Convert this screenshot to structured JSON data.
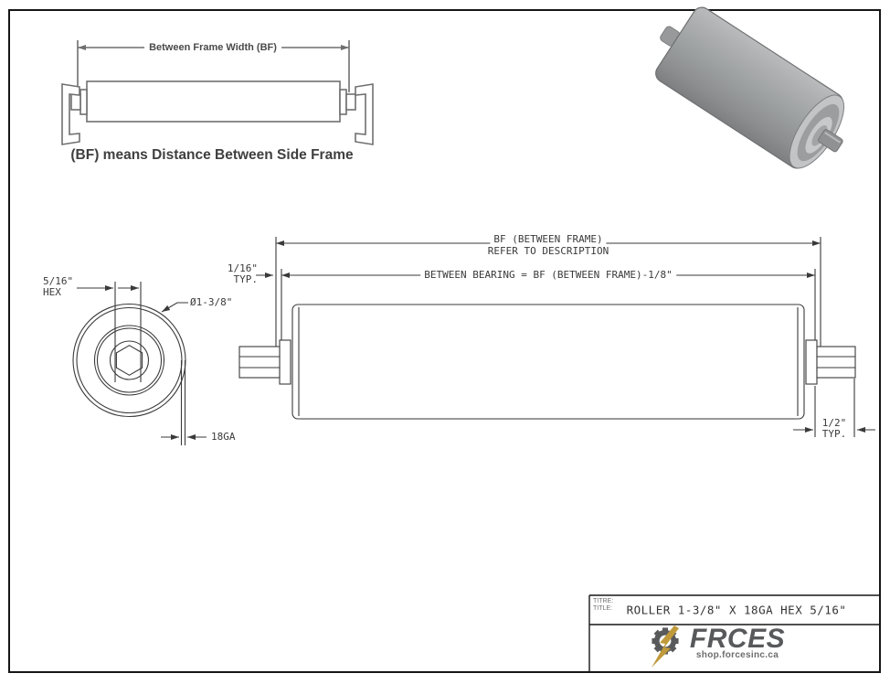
{
  "illustration": {
    "dim_label": "Between Frame Width (BF)",
    "caption": "(BF) means Distance Between Side Frame"
  },
  "side_view": {
    "dim_bf_line1": "BF (BETWEEN FRAME)",
    "dim_bf_line2": "REFER TO DESCRIPTION",
    "dim_bearing": "BETWEEN BEARING = BF (BETWEEN FRAME)-1/8\"",
    "dim_gap_line1": "1/16\"",
    "dim_gap_line2": "TYP.",
    "dim_shaft_line1": "1/2\"",
    "dim_shaft_line2": "TYP."
  },
  "end_view": {
    "hex_dim_line1": "5/16\"",
    "hex_dim_line2": "HEX",
    "diameter_dim": "Ø1-3/8\"",
    "gauge_dim": "18GA"
  },
  "title_block": {
    "titre_label": "TITRE:",
    "title_label": "TITLE:",
    "title": "ROLLER 1-3/8\" X 18GA HEX 5/16\"",
    "brand_f": "F",
    "brand_rest": "RCES",
    "url": "shop.forcesinc.ca"
  },
  "colors": {
    "line": "#3a3a3a",
    "illustration_line": "#6f6f6f",
    "brand_gray": "#58595b",
    "bolt_gold": "#c0993b",
    "roller_gray": "#9da0a1"
  }
}
